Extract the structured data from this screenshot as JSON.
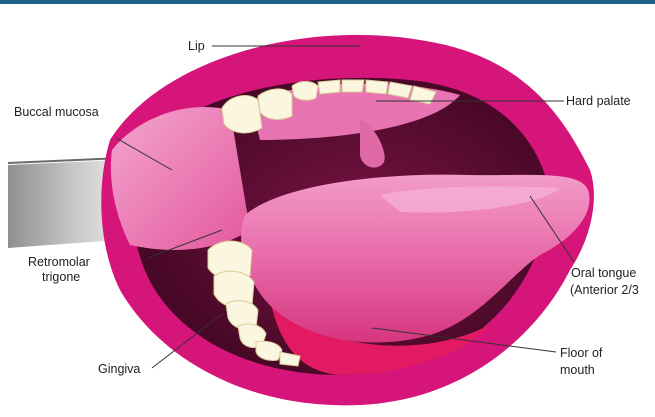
{
  "colors": {
    "top_bar": "#1f5f86",
    "lip": "#d6157a",
    "lip_dark": "#a80c5c",
    "mucosa": "#ec7fb8",
    "cavity": "#5e0a34",
    "tongue": "#e8569e",
    "tongue_light": "#f08cc0",
    "floor": "#e21a62",
    "teeth": "#fbf6df",
    "teeth_shadow": "#d9cd9a",
    "retractor": "#b9b9b9",
    "leader_line": "#333333"
  },
  "labels": {
    "lip": "Lip",
    "hard_palate": "Hard palate",
    "buccal_mucosa": "Buccal mucosa",
    "retromolar_line1": "Retromolar",
    "retromolar_line2": "trigone",
    "oral_tongue_line1": "Oral tongue",
    "oral_tongue_line2": "(Anterior 2/3",
    "gingiva": "Gingiva",
    "floor_line1": "Floor of",
    "floor_line2": "mouth"
  }
}
